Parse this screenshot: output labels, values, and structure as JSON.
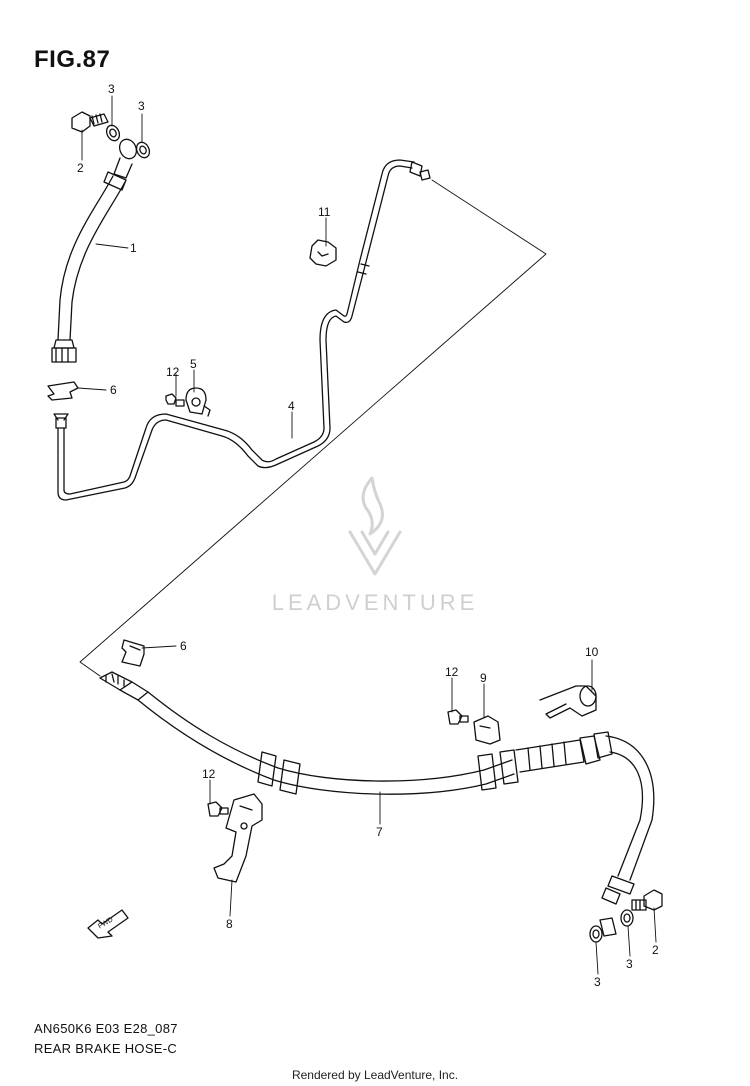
{
  "figure": {
    "title": "FIG.87",
    "code": "AN650K6 E03 E28_087",
    "name": "REAR BRAKE HOSE-C",
    "footer": "Rendered by LeadVenture, Inc.",
    "watermark": "LEADVENTURE"
  },
  "callouts": {
    "c1": "1",
    "c2a": "2",
    "c3a": "3",
    "c3b": "3",
    "c4": "4",
    "c5": "5",
    "c6a": "6",
    "c6b": "6",
    "c7": "7",
    "c8": "8",
    "c9": "9",
    "c10": "10",
    "c11": "11",
    "c12a": "12",
    "c12b": "12",
    "c12c": "12",
    "c2b": "2",
    "c3c": "3",
    "c3d": "3"
  },
  "fwd_label": "FWD",
  "colors": {
    "line": "#111111",
    "watermark": "#d4d4d4"
  }
}
